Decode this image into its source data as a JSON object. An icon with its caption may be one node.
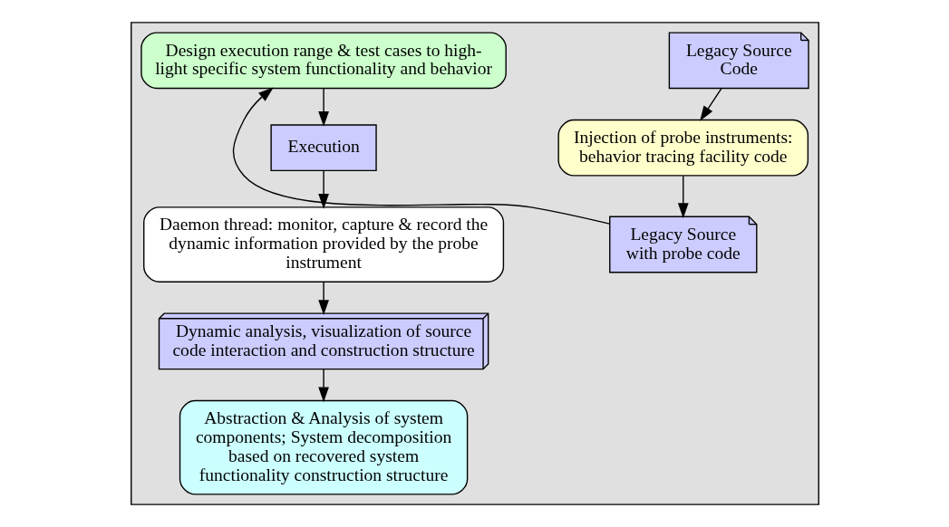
{
  "diagram": {
    "nodes": [
      {
        "text": [],
        "shape": "box"
      },
      {
        "text": [
          "Legacy Source Code"
        ],
        "in": 0
      },
      {
        "text": [
          "Injection of probe instruments: behavior tracing facility code"
        ],
        "in": 0
      },
      {
        "text": [
          "Legacy Source with probe code"
        ],
        "in": 0
      },
      {
        "text": [
          "Design execution range & test cases to high-light specific system functionality and behavior"
        ],
        "in": 0
      },
      {
        "text": [
          "Execution"
        ],
        "in": 0
      },
      {
        "text": [
          "Daemon thread: monitor, capture & record the dynamic information provided by the probe instrument"
        ],
        "in": 0
      },
      {
        "text": [
          "Dynamic analysis, visualization of source code interaction and construction structure"
        ],
        "in": 0
      },
      {
        "text": [
          "Abstraction & Analysis of system components; System decomposition based on recovered system functionality construction structure"
        ],
        "in": 0
      }
    ],
    "edges": [
      {
        "from": 1,
        "to": 2,
        "arrow": "to"
      },
      {
        "from": 2,
        "to": 3,
        "arrow": "to"
      },
      {
        "from": 3,
        "to": 4,
        "arrow": "to"
      },
      {
        "from": 4,
        "to": 5,
        "arrow": "to"
      },
      {
        "from": 5,
        "to": 6,
        "arrow": "to"
      },
      {
        "from": 6,
        "to": 7,
        "arrow": "to"
      },
      {
        "from": 7,
        "to": 8,
        "arrow": "to"
      }
    ]
  }
}
